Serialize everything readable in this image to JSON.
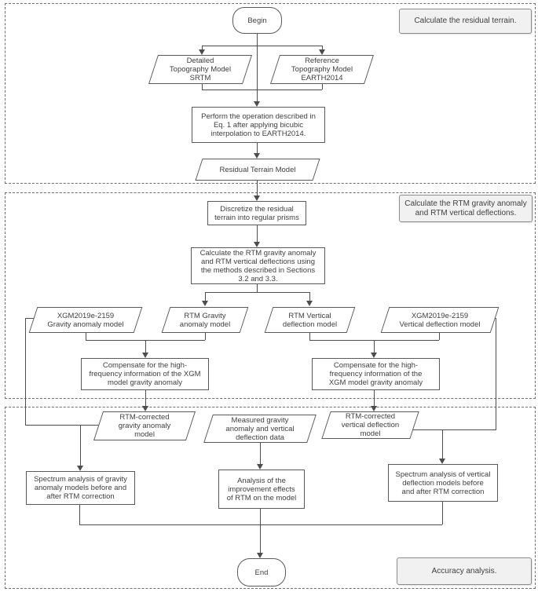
{
  "title": "RTM processing flowchart",
  "colors": {
    "background": "#ffffff",
    "line": "#4d4d4d",
    "node_border": "#5a5a5a",
    "annotation_bg": "#f1f1f1",
    "annotation_border": "#8c8c8c",
    "text": "#3f3f3f"
  },
  "sections": [
    {
      "annotation": "Calculate the residual terrain."
    },
    {
      "annotation": "Calculate the RTM gravity anomaly\nand RTM vertical deflections."
    },
    {
      "annotation": "Accuracy analysis."
    }
  ],
  "nodes": {
    "begin": {
      "label": "Begin",
      "type": "terminator"
    },
    "detailed_topo": {
      "label": "Detailed\nTopography Model\nSRTM",
      "type": "data"
    },
    "reference_topo": {
      "label": "Reference\nTopography Model\nEARTH2014",
      "type": "data"
    },
    "perform": {
      "label": "Perform the operation described in\nEq. 1 after applying bicubic\ninterpolation to EARTH2014.",
      "type": "process"
    },
    "residual": {
      "label": "Residual Terrain Model",
      "type": "data"
    },
    "discretize": {
      "label": "Discretize the residual\nterrain into regular prisms",
      "type": "process"
    },
    "calc_rtm": {
      "label": "Calculate the RTM gravity anomaly\nand RTM vertical deflections using\nthe methods described in Sections\n3.2 and 3.3.",
      "type": "process"
    },
    "xgm_gravity": {
      "label": "XGM2019e-2159\nGravity anomaly model",
      "type": "data"
    },
    "rtm_gravity": {
      "label": "RTM Gravity\nanomaly model",
      "type": "data"
    },
    "rtm_vertical": {
      "label": "RTM Vertical\ndeflection model",
      "type": "data"
    },
    "xgm_vertical": {
      "label": "XGM2019e-2159\nVertical deflection model",
      "type": "data"
    },
    "compensate_left": {
      "label": "Compensate for the high-\nfrequency information of the XGM\nmodel gravity anomaly",
      "type": "process"
    },
    "compensate_right": {
      "label": "Compensate for the high-\nfrequency information of the\nXGM model gravity anomaly",
      "type": "process"
    },
    "rtm_corrected_gravity": {
      "label": "RTM-corrected\ngravity anomaly\nmodel",
      "type": "data"
    },
    "measured_data": {
      "label": "Measured gravity\nanomaly and vertical\ndeflection data",
      "type": "data"
    },
    "rtm_corrected_vertical": {
      "label": "RTM-corrected\nvertical deflection\nmodel",
      "type": "data"
    },
    "spectrum_gravity": {
      "label": "Spectrum analysis of gravity\nanomaly models before and\nafter RTM correction",
      "type": "process"
    },
    "analysis_improvement": {
      "label": "Analysis of the\nimprovement effects\nof RTM on the model",
      "type": "process"
    },
    "spectrum_vertical": {
      "label": "Spectrum analysis of vertical\ndeflection models before\nand after RTM correction",
      "type": "process"
    },
    "end": {
      "label": "End",
      "type": "terminator"
    }
  }
}
